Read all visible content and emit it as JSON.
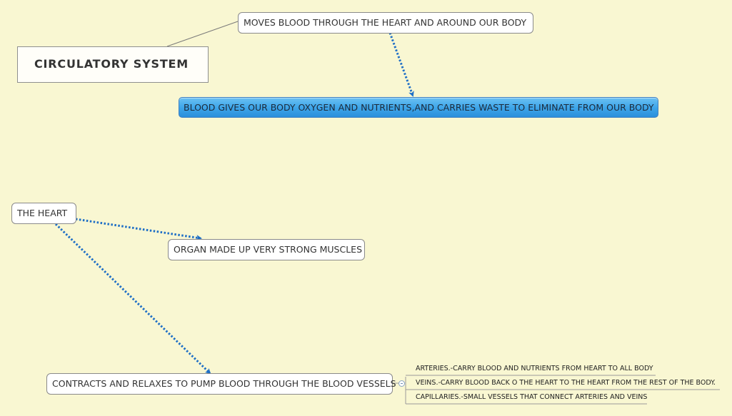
{
  "colors": {
    "background": "#f9f7d2",
    "relationship_arrow": "#1f6fc6",
    "highlight_topic": "#3ea6ea",
    "node_border": "#8a8a8a"
  },
  "central_topic": {
    "label": "CIRCULATORY  SYSTEM"
  },
  "topics": {
    "moves_blood": {
      "label": "MOVES BLOOD THROUGH THE HEART AND AROUND OUR BODY"
    },
    "blood_gives": {
      "label": "BLOOD GIVES OUR BODY OXYGEN AND NUTRIENTS,AND CARRIES WASTE TO ELIMINATE FROM OUR BODY"
    },
    "the_heart": {
      "label": "THE  HEART"
    },
    "organ": {
      "label": "ORGAN MADE UP VERY STRONG MUSCLES"
    },
    "contracts": {
      "label": "CONTRACTS AND RELAXES TO PUMP BLOOD THROUGH THE BLOOD VESSELS"
    }
  },
  "subtopics": [
    {
      "label": "ARTERIES.-CARRY BLOOD AND NUTRIENTS FROM HEART TO ALL BODY"
    },
    {
      "label": "VEINS.-CARRY BLOOD BACK O THE HEART TO THE HEART FROM THE REST OF THE BODY."
    },
    {
      "label": "CAPILLARIES.-SMALL VESSELS THAT CONNECT ARTERIES AND VEINS"
    }
  ],
  "connections": [
    {
      "from": "moves_blood",
      "to": "blood_gives",
      "style": "dotted-arrow"
    },
    {
      "from": "the_heart",
      "to": "organ",
      "style": "dotted-arrow"
    },
    {
      "from": "the_heart",
      "to": "contracts",
      "style": "dotted-arrow"
    },
    {
      "from": "central_topic",
      "to": "moves_blood",
      "style": "line"
    }
  ]
}
